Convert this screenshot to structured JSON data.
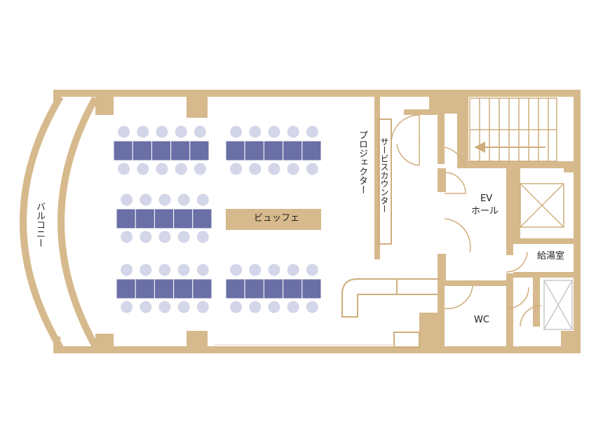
{
  "floorplan": {
    "labels": {
      "balcony": "バルコニー",
      "buffet": "ビュッフェ",
      "projector": "プロジェクター",
      "service_counter": "サービスカウンター",
      "ev_hall_line1": "EV",
      "ev_hall_line2": "ホール",
      "kitchenette": "給湯室",
      "wc": "WC"
    },
    "colors": {
      "wall": "#d6b98c",
      "wall_stroke": "#cfae7d",
      "table": "#6a6fa6",
      "table_stroke": "#ffffff",
      "chair": "#d3d5e8",
      "buffet": "#d6b98c",
      "door": "#cfae7d",
      "fixture": "#c8c8c8"
    },
    "table_groups": [
      {
        "id": "left-top",
        "tables_per_row": 5
      },
      {
        "id": "right-top",
        "tables_per_row": 5
      },
      {
        "id": "left-middle",
        "tables_per_row": 5
      },
      {
        "id": "left-bottom",
        "tables_per_row": 5
      },
      {
        "id": "right-bottom",
        "tables_per_row": 5
      }
    ],
    "icons": [
      "stairs-icon",
      "elevator-icon",
      "door-swing-icon",
      "arrow-left-icon"
    ]
  }
}
